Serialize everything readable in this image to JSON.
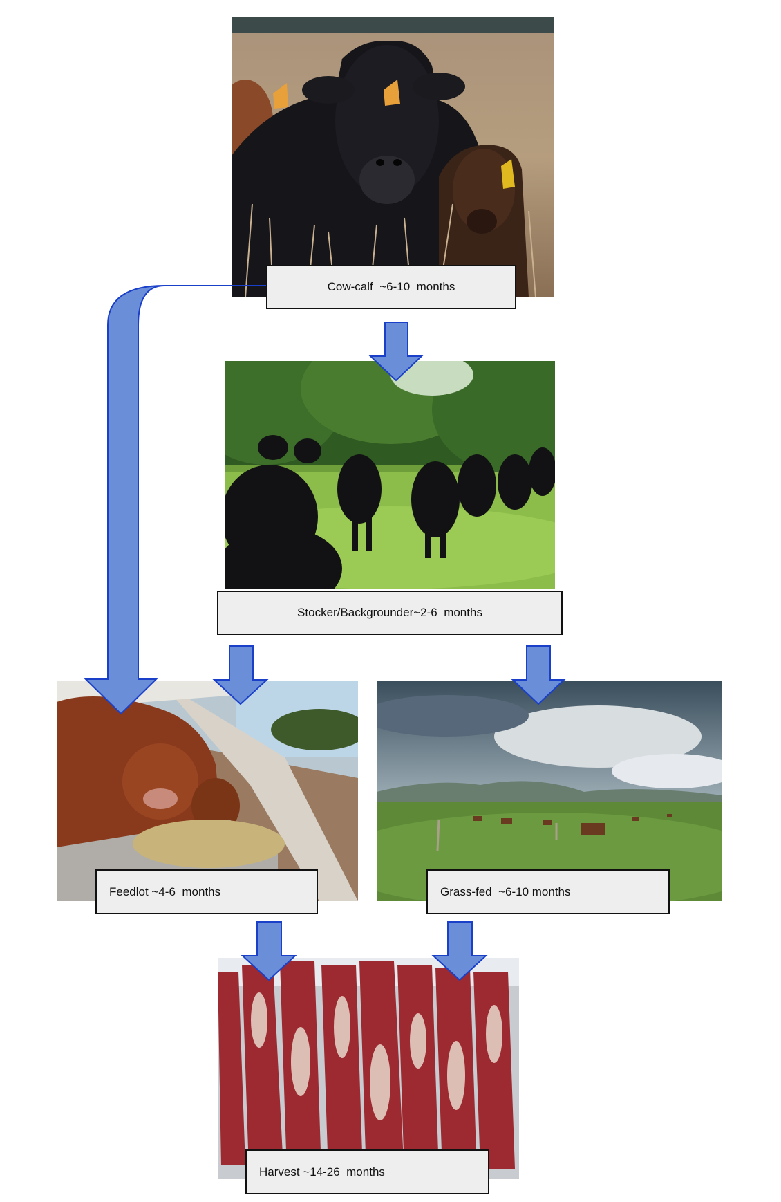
{
  "stages": {
    "cow_calf": {
      "label": "Cow-calf  ~6-10  months",
      "image": "black-angus-cow-and-calf-photo"
    },
    "stocker": {
      "label": "Stocker/Backgrounder~2-6  months",
      "image": "herd-of-black-cattle-on-pasture-photo"
    },
    "feedlot": {
      "label": "Feedlot ~4-6  months",
      "image": "red-cattle-eating-at-feedlot-bunk-photo"
    },
    "grass_fed": {
      "label": "Grass-fed  ~6-10 months",
      "image": "cattle-grazing-green-field-photo"
    },
    "harvest": {
      "label": "Harvest ~14-26  months",
      "image": "hanging-beef-carcasses-photo"
    }
  },
  "colors": {
    "arrow_fill": "#6a8fd8",
    "arrow_stroke": "#1a3fc8",
    "label_bg": "#eeeeee",
    "label_border": "#111111"
  }
}
